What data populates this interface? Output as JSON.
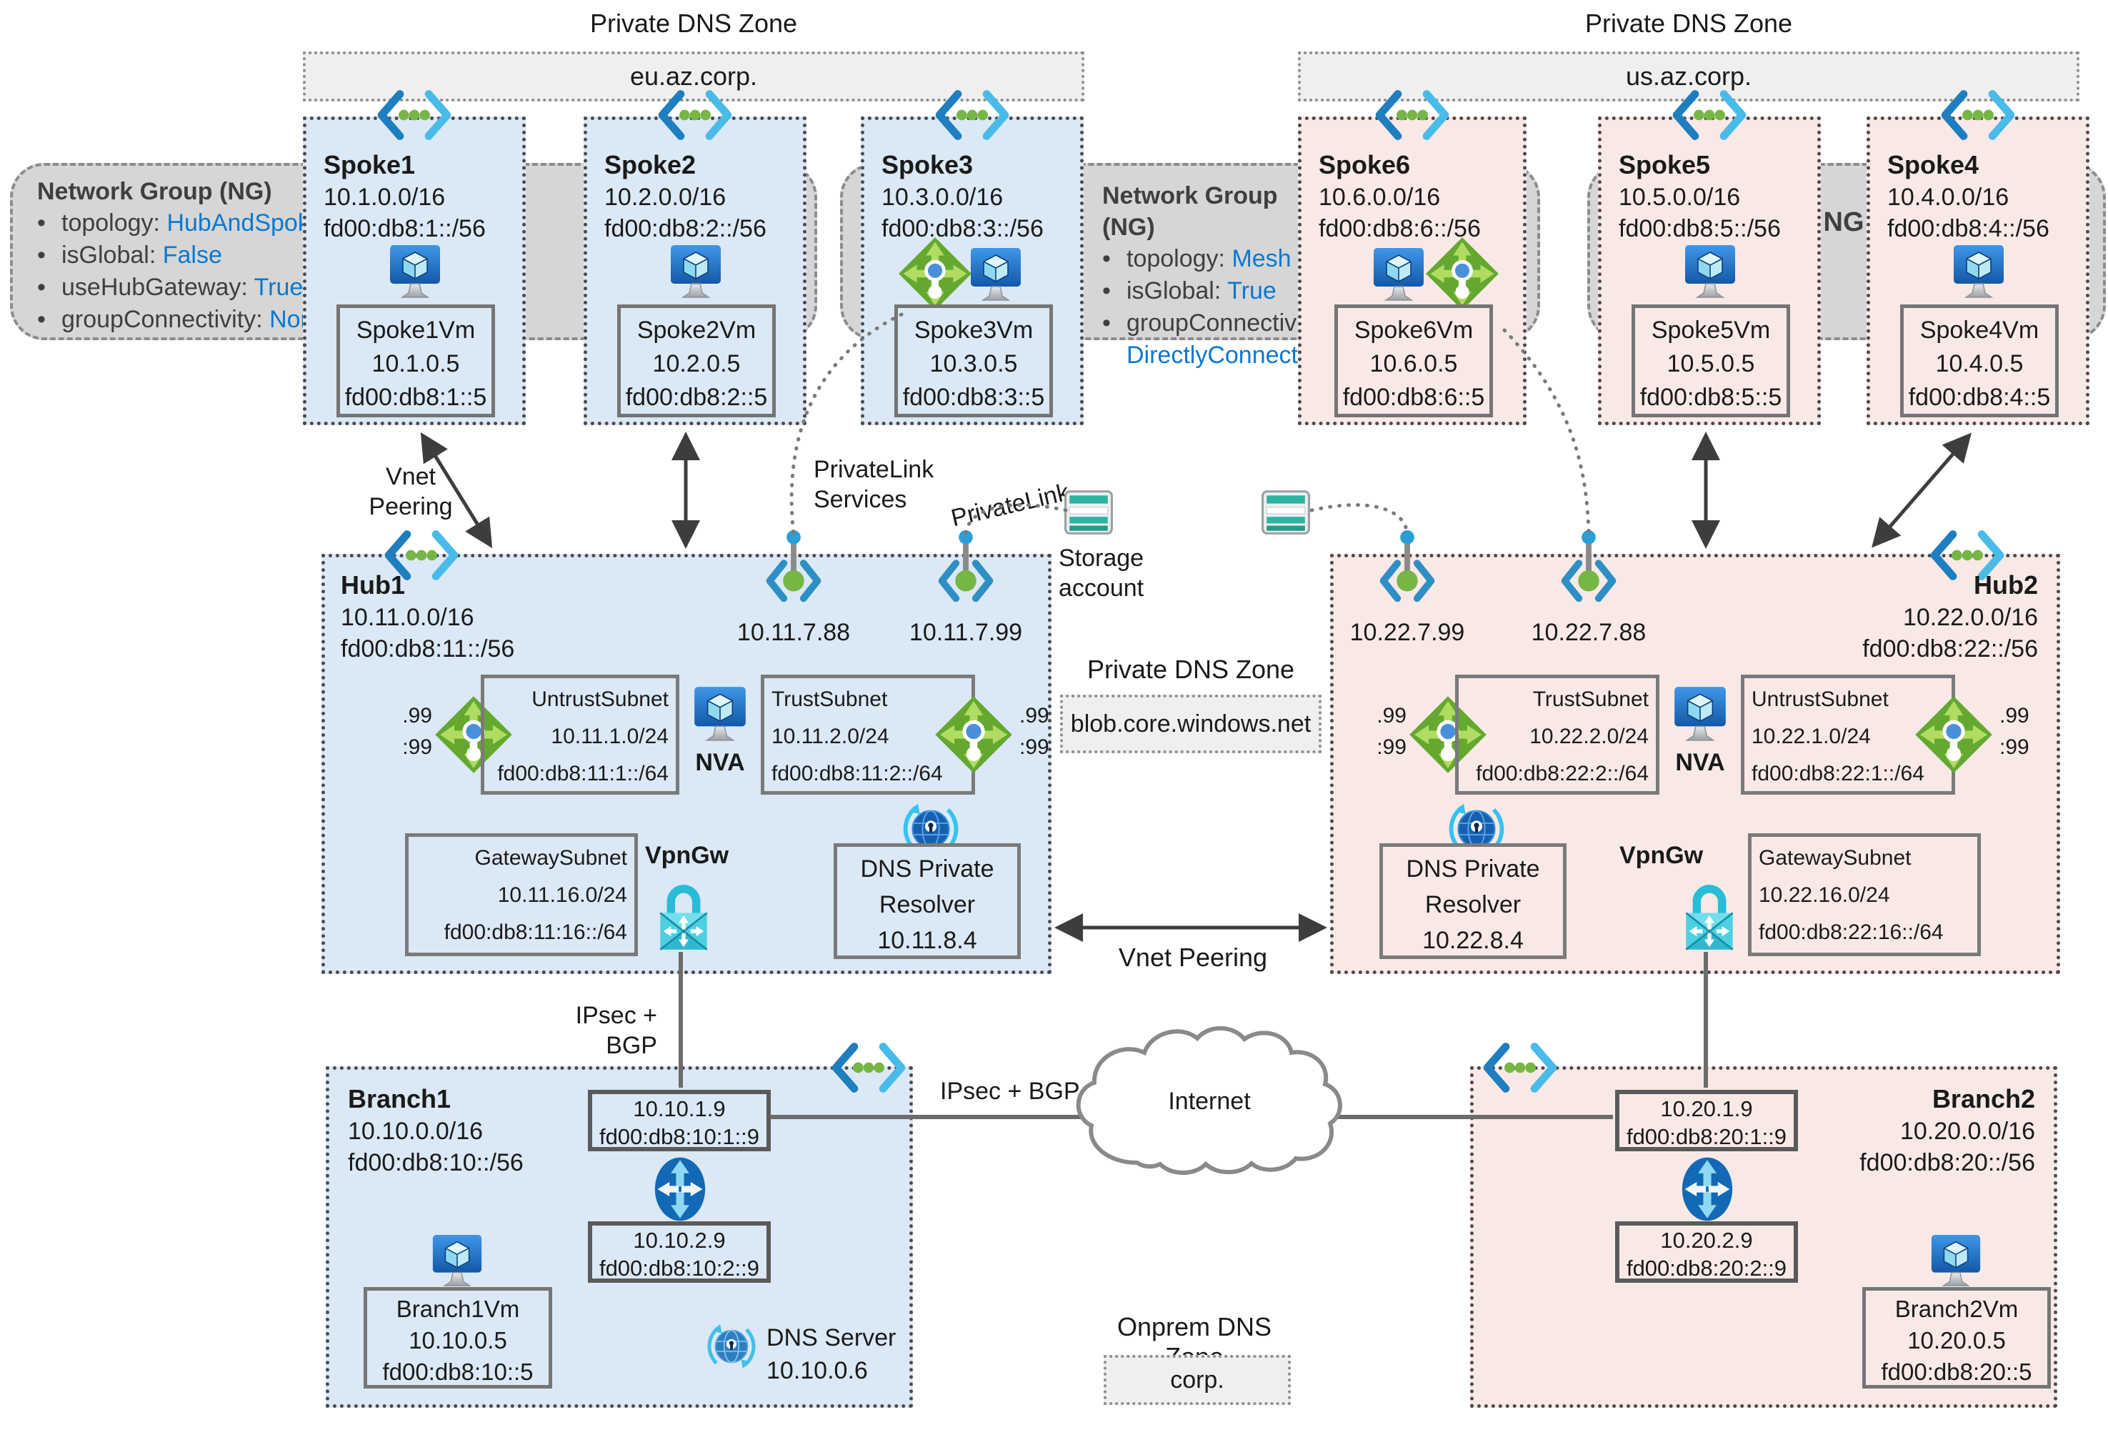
{
  "dns_zones": {
    "eu": {
      "title": "Private DNS Zone",
      "name": "eu.az.corp."
    },
    "us": {
      "title": "Private DNS Zone",
      "name": "us.az.corp."
    },
    "blob": {
      "title": "Private DNS Zone",
      "name": "blob.core.windows.net"
    },
    "onprem": {
      "title": "Onprem DNS Zone",
      "name": "corp."
    }
  },
  "network_groups": {
    "hubspoke": {
      "title": "Network Group (NG)",
      "bullets": [
        {
          "label": "topology:",
          "value": "HubAndSpoke"
        },
        {
          "label": "isGlobal:",
          "value": "False"
        },
        {
          "label": "useHubGateway:",
          "value": "True"
        },
        {
          "label": "groupConnectivity:",
          "value": "None"
        }
      ]
    },
    "mesh": {
      "title": "Network Group (NG)",
      "bullets": [
        {
          "label": "topology:",
          "value": "Mesh"
        },
        {
          "label": "isGlobal:",
          "value": "True"
        },
        {
          "label": "groupConnectivity:",
          "value": "DirectlyConnected"
        }
      ]
    },
    "short_label": "NG"
  },
  "spokes": [
    {
      "name": "Spoke1",
      "cidr": "10.1.0.0/16",
      "cidr6": "fd00:db8:1::/56",
      "vm": {
        "name": "Spoke1Vm",
        "ip": "10.1.0.5",
        "ip6": "fd00:db8:1::5"
      }
    },
    {
      "name": "Spoke2",
      "cidr": "10.2.0.0/16",
      "cidr6": "fd00:db8:2::/56",
      "vm": {
        "name": "Spoke2Vm",
        "ip": "10.2.0.5",
        "ip6": "fd00:db8:2::5"
      }
    },
    {
      "name": "Spoke3",
      "cidr": "10.3.0.0/16",
      "cidr6": "fd00:db8:3::/56",
      "vm": {
        "name": "Spoke3Vm",
        "ip": "10.3.0.5",
        "ip6": "fd00:db8:3::5"
      }
    },
    {
      "name": "Spoke6",
      "cidr": "10.6.0.0/16",
      "cidr6": "fd00:db8:6::/56",
      "vm": {
        "name": "Spoke6Vm",
        "ip": "10.6.0.5",
        "ip6": "fd00:db8:6::5"
      }
    },
    {
      "name": "Spoke5",
      "cidr": "10.5.0.0/16",
      "cidr6": "fd00:db8:5::/56",
      "vm": {
        "name": "Spoke5Vm",
        "ip": "10.5.0.5",
        "ip6": "fd00:db8:5::5"
      }
    },
    {
      "name": "Spoke4",
      "cidr": "10.4.0.0/16",
      "cidr6": "fd00:db8:4::/56",
      "vm": {
        "name": "Spoke4Vm",
        "ip": "10.4.0.5",
        "ip6": "fd00:db8:4::5"
      }
    }
  ],
  "hubs": [
    {
      "name": "Hub1",
      "cidr": "10.11.0.0/16",
      "cidr6": "fd00:db8:11::/56",
      "endpoints": [
        {
          "ip": "10.11.7.88"
        },
        {
          "ip": "10.11.7.99"
        }
      ],
      "nva_label": "NVA",
      "vpngw_label": "VpnGw",
      "nva_ip_v4": ".99",
      "nva_ip_v6": ":99",
      "subnets": {
        "untrust": {
          "name": "UntrustSubnet",
          "cidr": "10.11.1.0/24",
          "cidr6": "fd00:db8:11:1::/64"
        },
        "trust": {
          "name": "TrustSubnet",
          "cidr": "10.11.2.0/24",
          "cidr6": "fd00:db8:11:2::/64"
        },
        "gateway": {
          "name": "GatewaySubnet",
          "cidr": "10.11.16.0/24",
          "cidr6": "fd00:db8:11:16::/64"
        }
      },
      "resolver": {
        "name_l1": "DNS Private",
        "name_l2": "Resolver",
        "ip": "10.11.8.4"
      }
    },
    {
      "name": "Hub2",
      "cidr": "10.22.0.0/16",
      "cidr6": "fd00:db8:22::/56",
      "endpoints": [
        {
          "ip": "10.22.7.99"
        },
        {
          "ip": "10.22.7.88"
        }
      ],
      "nva_label": "NVA",
      "vpngw_label": "VpnGw",
      "nva_ip_v4": ".99",
      "nva_ip_v6": ":99",
      "subnets": {
        "trust": {
          "name": "TrustSubnet",
          "cidr": "10.22.2.0/24",
          "cidr6": "fd00:db8:22:2::/64"
        },
        "untrust": {
          "name": "UntrustSubnet",
          "cidr": "10.22.1.0/24",
          "cidr6": "fd00:db8:22:1::/64"
        },
        "gateway": {
          "name": "GatewaySubnet",
          "cidr": "10.22.16.0/24",
          "cidr6": "fd00:db8:22:16::/64"
        }
      },
      "resolver": {
        "name_l1": "DNS Private",
        "name_l2": "Resolver",
        "ip": "10.22.8.4"
      }
    }
  ],
  "branches": [
    {
      "name": "Branch1",
      "cidr": "10.10.0.0/16",
      "cidr6": "fd00:db8:10::/56",
      "gw_outer": {
        "ip": "10.10.1.9",
        "ip6": "fd00:db8:10:1::9"
      },
      "gw_inner": {
        "ip": "10.10.2.9",
        "ip6": "fd00:db8:10:2::9"
      },
      "vm": {
        "name": "Branch1Vm",
        "ip": "10.10.0.5",
        "ip6": "fd00:db8:10::5"
      },
      "dns": {
        "name": "DNS Server",
        "ip": "10.10.0.6"
      }
    },
    {
      "name": "Branch2",
      "cidr": "10.20.0.0/16",
      "cidr6": "fd00:db8:20::/56",
      "gw_outer": {
        "ip": "10.20.1.9",
        "ip6": "fd00:db8:20:1::9"
      },
      "gw_inner": {
        "ip": "10.20.2.9",
        "ip6": "fd00:db8:20:2::9"
      },
      "vm": {
        "name": "Branch2Vm",
        "ip": "10.20.0.5",
        "ip6": "fd00:db8:20::5"
      }
    }
  ],
  "labels": {
    "vnet_peering": "Vnet Peering",
    "vnet": "Vnet",
    "peering": "Peering",
    "ipsec_bgp": "IPsec + BGP",
    "privatelink": "PrivateLink",
    "privatelink_services_l1": "PrivateLink",
    "privatelink_services_l2": "Services",
    "storage_l1": "Storage",
    "storage_l2": "account",
    "internet": "Internet"
  }
}
